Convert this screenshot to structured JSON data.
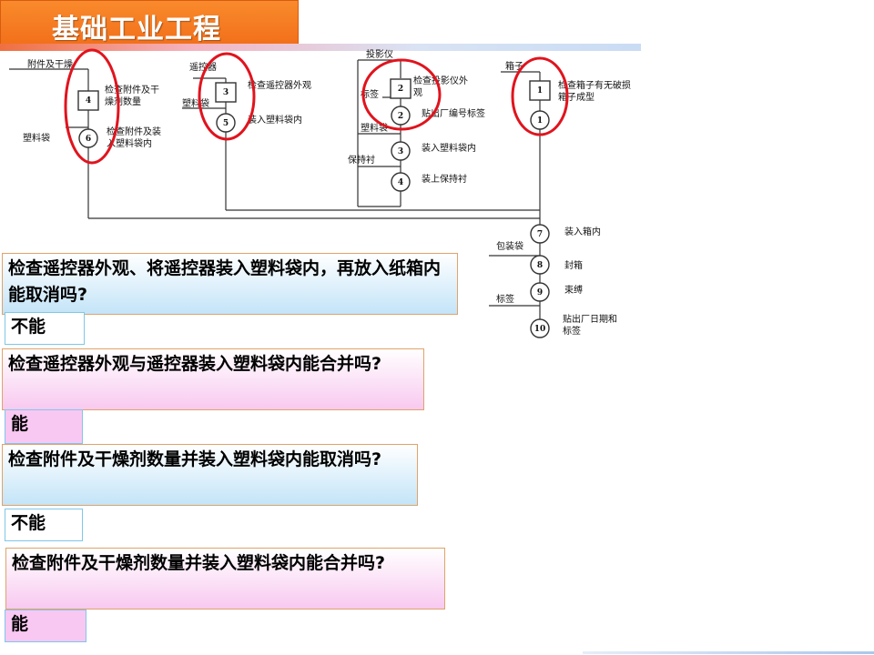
{
  "header": {
    "title": "基础工业工程"
  },
  "diagram": {
    "inputs": {
      "accessories_desiccant": "附件及干燥",
      "plastic_bag_1": "塑料袋",
      "remote": "遥控器",
      "plastic_bag_2": "塑料袋",
      "projector": "投影仪",
      "label_1": "标签",
      "plastic_bag_3": "塑料袋",
      "retainer": "保持衬",
      "box": "箱子",
      "packing_bag": "包装袋",
      "label_2": "标签"
    },
    "steps": [
      {
        "num": "4",
        "type": "inspect",
        "text": [
          "检查附件及干",
          "燥剂数量"
        ]
      },
      {
        "num": "6",
        "type": "operate",
        "text": [
          "检查附件及装",
          "入塑料袋内"
        ]
      },
      {
        "num": "3",
        "type": "inspect",
        "text": [
          "检查遥控器外观"
        ]
      },
      {
        "num": "5",
        "type": "operate",
        "text": [
          "装入塑料袋内"
        ]
      },
      {
        "num": "2",
        "type": "inspect",
        "text": [
          "检查投影仪外",
          "观"
        ]
      },
      {
        "num": "2",
        "type": "operate",
        "text": [
          "贴出厂编号标签"
        ]
      },
      {
        "num": "3",
        "type": "operate",
        "text": [
          "装入塑料袋内"
        ]
      },
      {
        "num": "4",
        "type": "operate",
        "text": [
          "装上保持衬"
        ]
      },
      {
        "num": "1",
        "type": "inspect",
        "text": [
          "检查箱子有无破损",
          "箱子成型"
        ]
      },
      {
        "num": "1",
        "type": "operate",
        "text": []
      },
      {
        "num": "7",
        "type": "operate",
        "text": [
          "装入箱内"
        ]
      },
      {
        "num": "8",
        "type": "operate",
        "text": [
          "封箱"
        ]
      },
      {
        "num": "9",
        "type": "operate",
        "text": [
          "束缚"
        ]
      },
      {
        "num": "10",
        "type": "operate",
        "text": [
          "贴出厂日期和",
          "标签"
        ]
      }
    ]
  },
  "qa": [
    {
      "question": "检查遥控器外观、将遥控器装入塑料袋内，再放入纸箱内能取消吗?",
      "answer": "不能"
    },
    {
      "question": "检查遥控器外观与遥控器装入塑料袋内能合并吗?",
      "answer": "能"
    },
    {
      "question": "检查附件及干燥剂数量并装入塑料袋内能取消吗?",
      "answer": "不能"
    },
    {
      "question": "检查附件及干燥剂数量并装入塑料袋内能合并吗?",
      "answer": "能"
    }
  ],
  "colors": {
    "title_bg": "#f2701a",
    "highlight": "#e0141e"
  }
}
